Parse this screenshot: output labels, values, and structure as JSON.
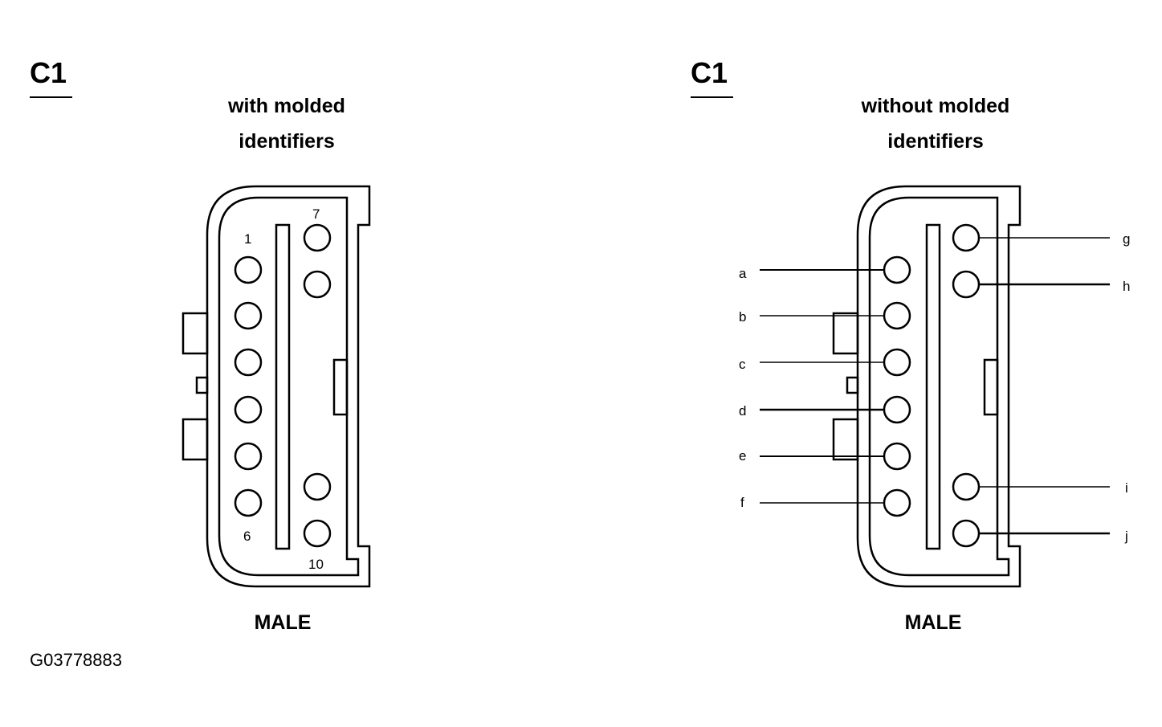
{
  "left_view": {
    "connector_id": "C1",
    "caption_line1": "with molded",
    "caption_line2": "identifiers",
    "gender": "MALE",
    "pin_labels": {
      "first_row_start": "1",
      "first_row_end": "6",
      "second_row_start": "7",
      "second_row_end": "10"
    }
  },
  "right_view": {
    "connector_id": "C1",
    "caption_line1": "without molded",
    "caption_line2": "identifiers",
    "gender": "MALE",
    "pin_callouts": [
      "a",
      "b",
      "c",
      "d",
      "e",
      "f",
      "g",
      "h",
      "i",
      "j"
    ]
  },
  "figure_ref": "G03778883"
}
